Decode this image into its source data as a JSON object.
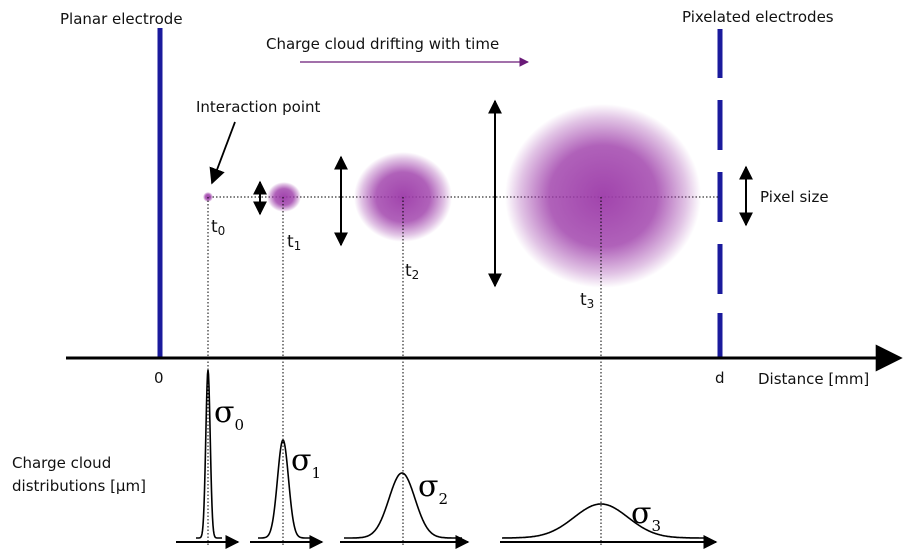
{
  "labels": {
    "planar_electrode": "Planar electrode",
    "pixelated_electrodes": "Pixelated electrodes",
    "drift_caption": "Charge cloud drifting with time",
    "interaction_point": "Interaction point",
    "pixel_size": "Pixel size",
    "axis_origin": "0",
    "axis_end": "d",
    "axis_title": "Distance [mm]",
    "distributions_line1": "Charge cloud",
    "distributions_line2": "distributions [µm]"
  },
  "time_labels": [
    {
      "base": "t",
      "sub": "0"
    },
    {
      "base": "t",
      "sub": "1"
    },
    {
      "base": "t",
      "sub": "2"
    },
    {
      "base": "t",
      "sub": "3"
    }
  ],
  "sigma_labels": [
    {
      "base": "σ",
      "sub": "0"
    },
    {
      "base": "σ",
      "sub": "1"
    },
    {
      "base": "σ",
      "sub": "2"
    },
    {
      "base": "σ",
      "sub": "3"
    }
  ],
  "colors": {
    "electrode": "#1a1a9c",
    "cloud": "#9c3aa8",
    "drift_arrow": "#6a1a78",
    "ink": "#000000"
  }
}
